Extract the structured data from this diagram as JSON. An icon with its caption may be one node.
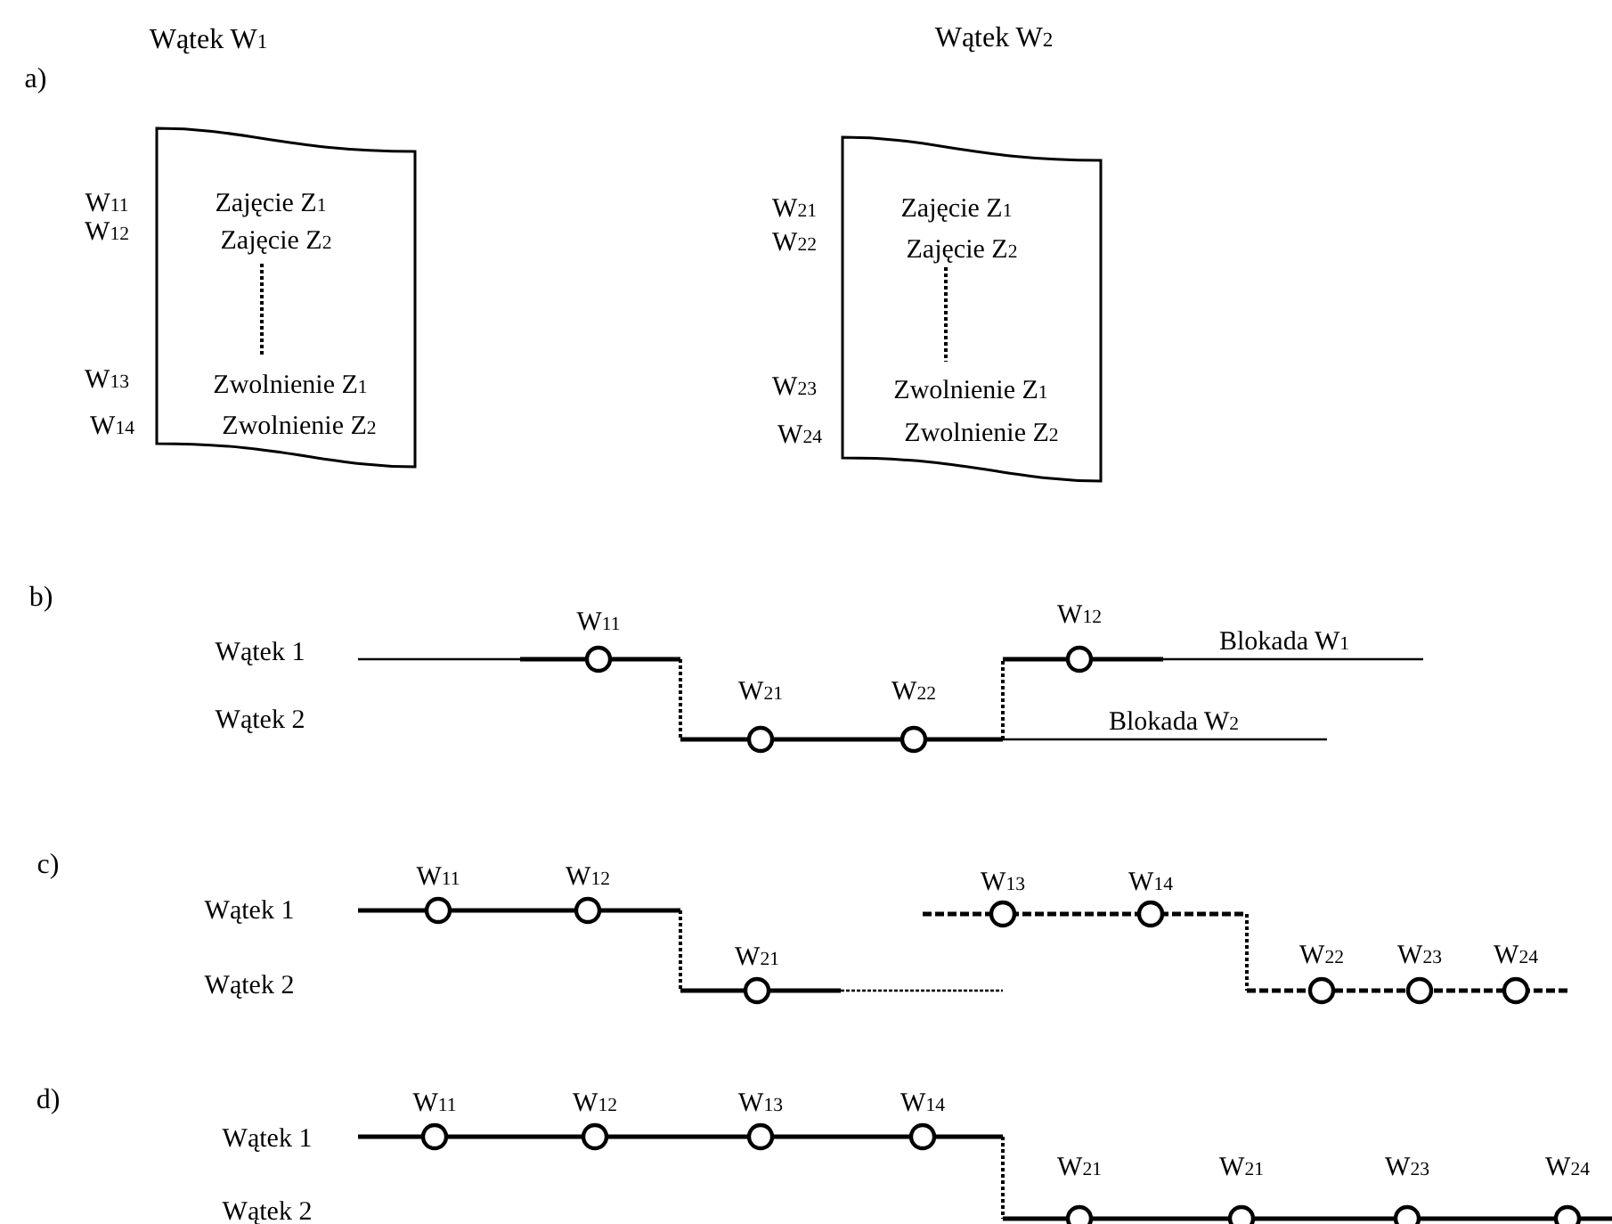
{
  "diagram": {
    "nodes": [
      {
        "text": [
          "Zajęcie Z$_{1}$",
          "Zajęcie Z$_{2}$",
          "Zwolnienie Z$_{1}$",
          "Zwolnienie Z$_{2}$"
        ],
        "beside": [
          "W$_{11}$",
          "W$_{12}$",
          "W$_{13}$",
          "W$_{14}$"
        ]
      },
      {
        "text": [
          "Zajęcie Z$_{1}$",
          "Zajęcie Z$_{2}$",
          "Zwolnienie Z$_{1}$",
          "Zwolnienie Z$_{2}$"
        ],
        "beside": [
          "W$_{21}$",
          "W$_{22}$",
          "W$_{23}$",
          "W$_{24}$"
        ]
      }
    ],
    "labels": [
      "Wątek W$_{1}$",
      "Wątek W$_{2}$",
      "a)",
      "b)",
      "W$_{11}$",
      "W$_{12}$",
      "Blokada W$_{1}$",
      "Wątek 1",
      "W$_{21}$",
      "W$_{22}$",
      "Wątek 2",
      "Blokada W$_{2}$",
      "c)",
      "W$_{11}$",
      "W$_{12}$",
      "W$_{13}$",
      "W$_{14}$",
      "Wątek 1",
      "W$_{21}$",
      "W$_{22}$",
      "W$_{23}$",
      "W$_{24}$",
      "Wątek 2",
      "d)",
      "W$_{11}$",
      "W$_{12}$",
      "W$_{13}$",
      "W$_{14}$",
      "Wątek 1",
      "W$_{21}$",
      "W$_{21}$",
      "W$_{23}$",
      "W$_{24}$",
      "Wątek 2"
    ]
  }
}
